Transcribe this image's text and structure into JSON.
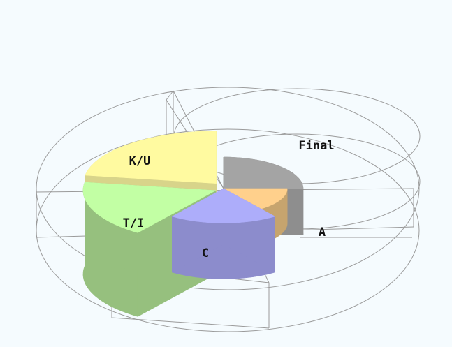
{
  "chart_data": {
    "type": "pie",
    "style": "3d-exploded",
    "categories": [
      "Final",
      "A",
      "C",
      "T/I",
      "K/U"
    ],
    "values": [
      25,
      15,
      20,
      17.5,
      22.5
    ],
    "unit": "percent",
    "colors": {
      "Final": "#a4a4a4",
      "A": "#ffd08c",
      "C": "#adadfa",
      "T/I": "#c2ffa4",
      "K/U": "#fffaa0"
    },
    "side_colors": {
      "Final": "#8e8e8e",
      "A": "#c6a46e",
      "C": "#8c8ccc",
      "T/I": "#96c07e",
      "K/U": "#d8d48a"
    },
    "grid": true,
    "legend": "none",
    "title": ""
  }
}
